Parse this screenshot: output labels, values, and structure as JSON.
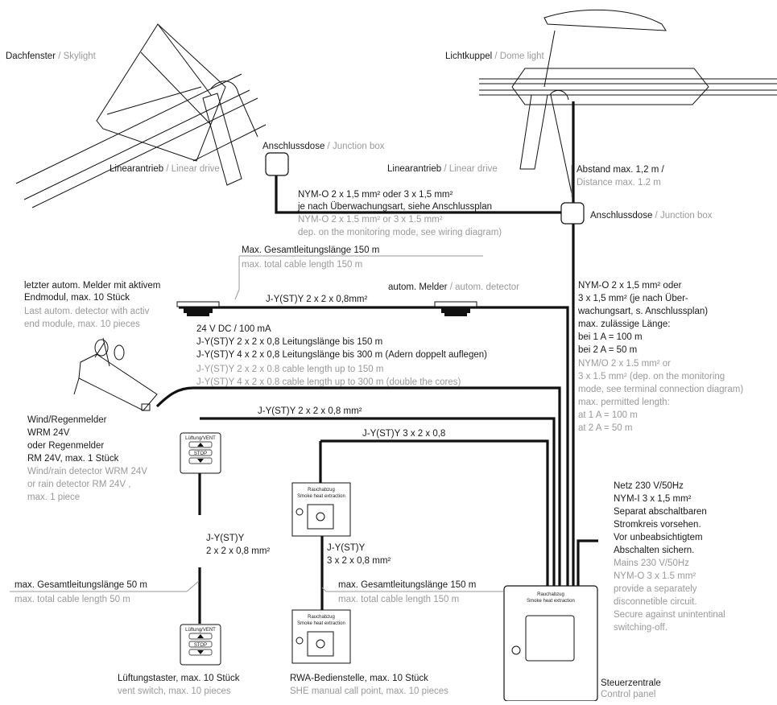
{
  "skylight": {
    "de": "Dachfenster",
    "en": "Skylight"
  },
  "dome": {
    "de": "Lichtkuppel",
    "en": "Dome light"
  },
  "sep": " / ",
  "junction_left": {
    "de": "Anschlussdose",
    "en": "Junction box"
  },
  "junction_right": {
    "de": "Anschlussdose",
    "en": "Junction box"
  },
  "linear_left": {
    "de": "Linearantrieb",
    "en": "Linear drive"
  },
  "linear_right": {
    "de": "Linearantrieb",
    "en": "Linear drive"
  },
  "distance": {
    "de": "Abstand max. 1,2 m /",
    "en": "Distance max. 1.2 m"
  },
  "cable_nym": {
    "l1": "NYM-O  2 x 1,5 mm² oder 3 x 1,5 mm²",
    "l2": "je nach Überwachungsart, siehe Anschlussplan",
    "e1": "NYM-O  2 x 1.5 mm² or 3 x 1.5 mm²",
    "e2": "dep. on the monitoring mode, see wiring diagram)"
  },
  "max_total_150_top": {
    "de": "Max. Gesamtleitungslänge 150 m",
    "en": "max. total cable length 150 m"
  },
  "last_detector": {
    "l1": "letzter autom. Melder mit aktivem",
    "l2": "Endmodul, max. 10 Stück",
    "e1": "Last autom. detector with activ",
    "e2": "end module, max. 10 pieces"
  },
  "cable_jy_detector": "J-Y(ST)Y 2 x 2 x 0,8mm²",
  "auto_detector": {
    "de": "autom. Melder",
    "en": "autom. detector"
  },
  "power_24": {
    "l1": "24 V DC / 100 mA",
    "l2": "J-Y(ST)Y 2 x 2 x 0,8 Leitungslänge bis 150 m",
    "l3": "J-Y(ST)Y 4 x 2 x 0,8 Leitungslänge bis 300 m (Adern doppelt auflegen)",
    "e1": "J-Y(ST)Y 2 x 2 x 0.8 cable length up to 150 m",
    "e2": "J-Y(ST)Y 4 x 2 x 0.8 cable length up to 300 m (double the cores)"
  },
  "right_cable": {
    "l1": "NYM-O  2 x 1,5 mm² oder",
    "l2": "3 x 1,5 mm² (je nach Über-",
    "l3": "wachungsart, s. Anschlussplan)",
    "l4": "max. zulässige Länge:",
    "l5": "bei 1 A = 100 m",
    "l6": "bei 2 A =  50 m",
    "e1": "NYM/O  2 x 1.5 mm² or",
    "e2": "3 x 1.5 mm² (dep. on the monitoring",
    "e3": "mode, see terminal connection diagram)",
    "e4": "max. permitted length:",
    "e5": "at 1 A = 100 m",
    "e6": "at 2 A =  50 m"
  },
  "wind_detector": {
    "l1": "Wind/Regenmelder",
    "l2": "WRM 24V",
    "l3": "oder Regenmelder",
    "l4": "RM 24V, max. 1 Stück",
    "e1": "Wind/rain detector WRM 24V",
    "e2": "or rain detector RM 24V ,",
    "e3": "max. 1 piece"
  },
  "cable_wind": "J-Y(ST)Y 2 x 2 x 0,8 mm²",
  "cable_she": "J-Y(ST)Y 3 x 2 x 0,8",
  "vent_switch_label": "Lüftung/VENT",
  "stop_label": "STOP",
  "cable_vent": {
    "l1": "J-Y(ST)Y",
    "l2": "2 x 2 x 0,8 mm²"
  },
  "cable_she2": {
    "l1": "J-Y(ST)Y",
    "l2": "3 x 2 x 0,8 mm²"
  },
  "max_total_50": {
    "de": "max. Gesamtleitungslänge 50 m",
    "en": "max. total cable length 50 m"
  },
  "max_total_150_she": {
    "de": "max. Gesamtleitungslänge 150 m",
    "en": "max. total cable length 150 m"
  },
  "she_point_title": {
    "de": "Rauchabzug",
    "en": "Smoke heat extraction"
  },
  "vent_switch_caption": {
    "de": "Lüftungstaster, max. 10 Stück",
    "en": "vent switch, max. 10 pieces"
  },
  "she_caption": {
    "de": "RWA-Bedienstelle, max. 10 Stück",
    "en": "SHE manual call point, max. 10 pieces"
  },
  "mains": {
    "l1": "Netz 230 V/50Hz",
    "l2": "NYM-I 3 x 1,5 mm²",
    "l3": "Separat abschaltbaren",
    "l4": "Stromkreis vorsehen.",
    "l5": "Vor unbeabsichtigtem",
    "l6": "Abschalten sichern.",
    "e1": "Mains 230 V/50Hz",
    "e2": "NYM-O 3 x 1.5 mm²",
    "e3": "provide a separately",
    "e4": "disconnetible circuit.",
    "e5": "Secure against unintentinal",
    "e6": "switching-off."
  },
  "panel_title": {
    "de": "Rauchabzug",
    "en": "Smoke heat extraction"
  },
  "control_panel": {
    "de": "Steuerzentrale",
    "en": "Control panel"
  }
}
